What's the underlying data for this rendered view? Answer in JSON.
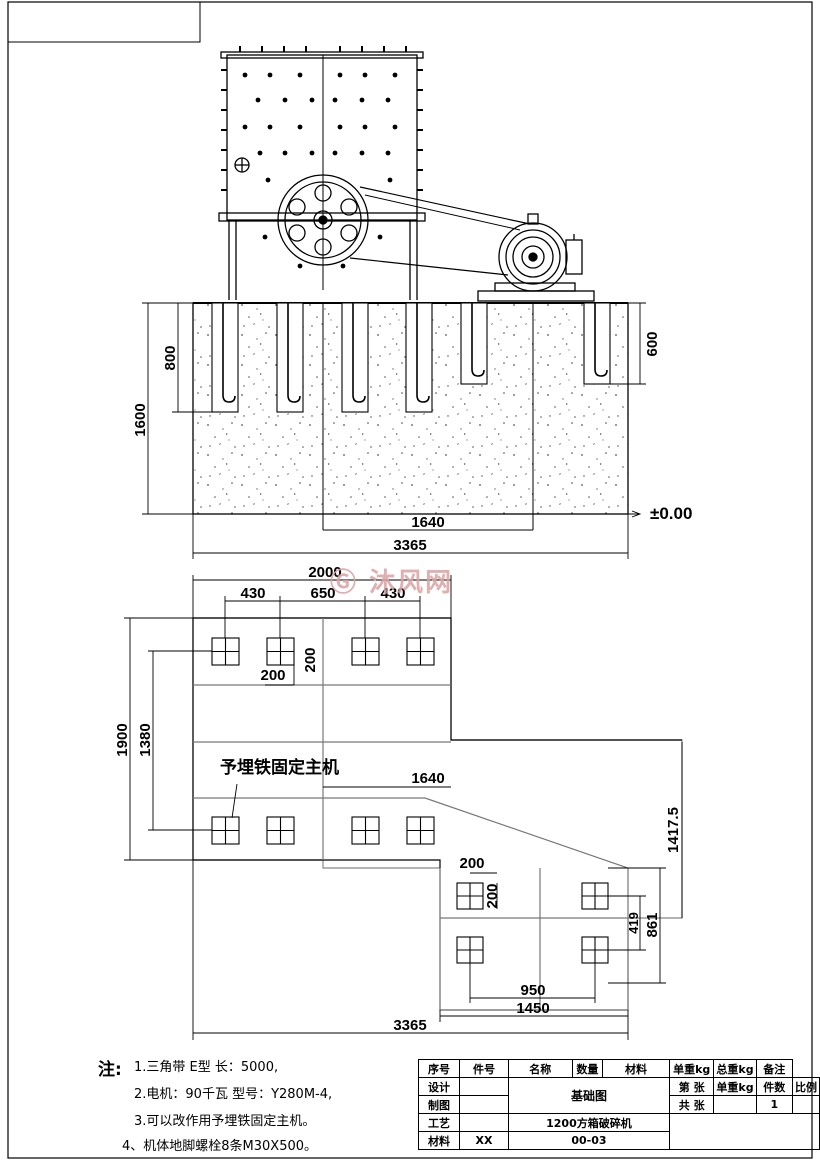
{
  "elevation": {
    "dims": {
      "d800": "800",
      "d600": "600",
      "d1600": "1600",
      "d1640": "1640",
      "d3365": "3365",
      "level": "±0.00"
    }
  },
  "plan": {
    "dims": {
      "d2000": "2000",
      "d430a": "430",
      "d650": "650",
      "d430b": "430",
      "d200a": "200",
      "d200b": "200",
      "d1900": "1900",
      "d1380": "1380",
      "d1640": "1640",
      "d1417": "1417.5",
      "d200c": "200",
      "d200d": "200",
      "d419": "419",
      "d861": "861",
      "d950": "950",
      "d1450": "1450",
      "d3365": "3365"
    },
    "callout": "予埋铁固定主机"
  },
  "notes": {
    "heading": "注:",
    "items": [
      "1.三角带  E型  长：5000,",
      "2.电机：90千瓦  型号：Y280M-4,",
      "3.可以改作用予埋铁固定主机。",
      "4、机体地脚螺栓8条M30X500。"
    ]
  },
  "title_block": {
    "header": [
      "序号",
      "件号",
      "名称",
      "数量",
      "材料",
      "单重kg",
      "总重kg",
      "备注"
    ],
    "row_labels": [
      "设计",
      "制图",
      "工艺",
      "材料"
    ],
    "material_value": "XX",
    "drawing_name": "基础图",
    "product": "1200方箱破碎机",
    "code": "00-03",
    "sheet_no": "第 张",
    "sheet_total": "共 张",
    "unit_weight": "单重kg",
    "count_label": "件数",
    "count_value": "1",
    "scale_label": "比例"
  },
  "watermark": {
    "text": "沐风网"
  }
}
